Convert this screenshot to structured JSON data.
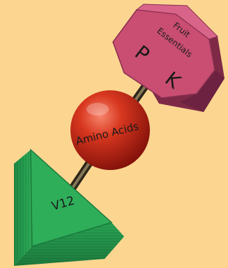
{
  "diagram": {
    "background": "#fcd691",
    "nodes": {
      "octagon": {
        "shape": "octagon",
        "color": "#c94e72",
        "label_line1": "Fruit",
        "label_line2": "Essentials",
        "letter_1": "P",
        "letter_2": "K"
      },
      "sphere": {
        "shape": "sphere",
        "color": "#c0281c",
        "label": "Amino Acids"
      },
      "triangle": {
        "shape": "triangle",
        "color": "#2fae5a",
        "label": "V12"
      }
    },
    "connectors": [
      {
        "from": "octagon",
        "to": "sphere"
      },
      {
        "from": "sphere",
        "to": "triangle"
      }
    ]
  }
}
